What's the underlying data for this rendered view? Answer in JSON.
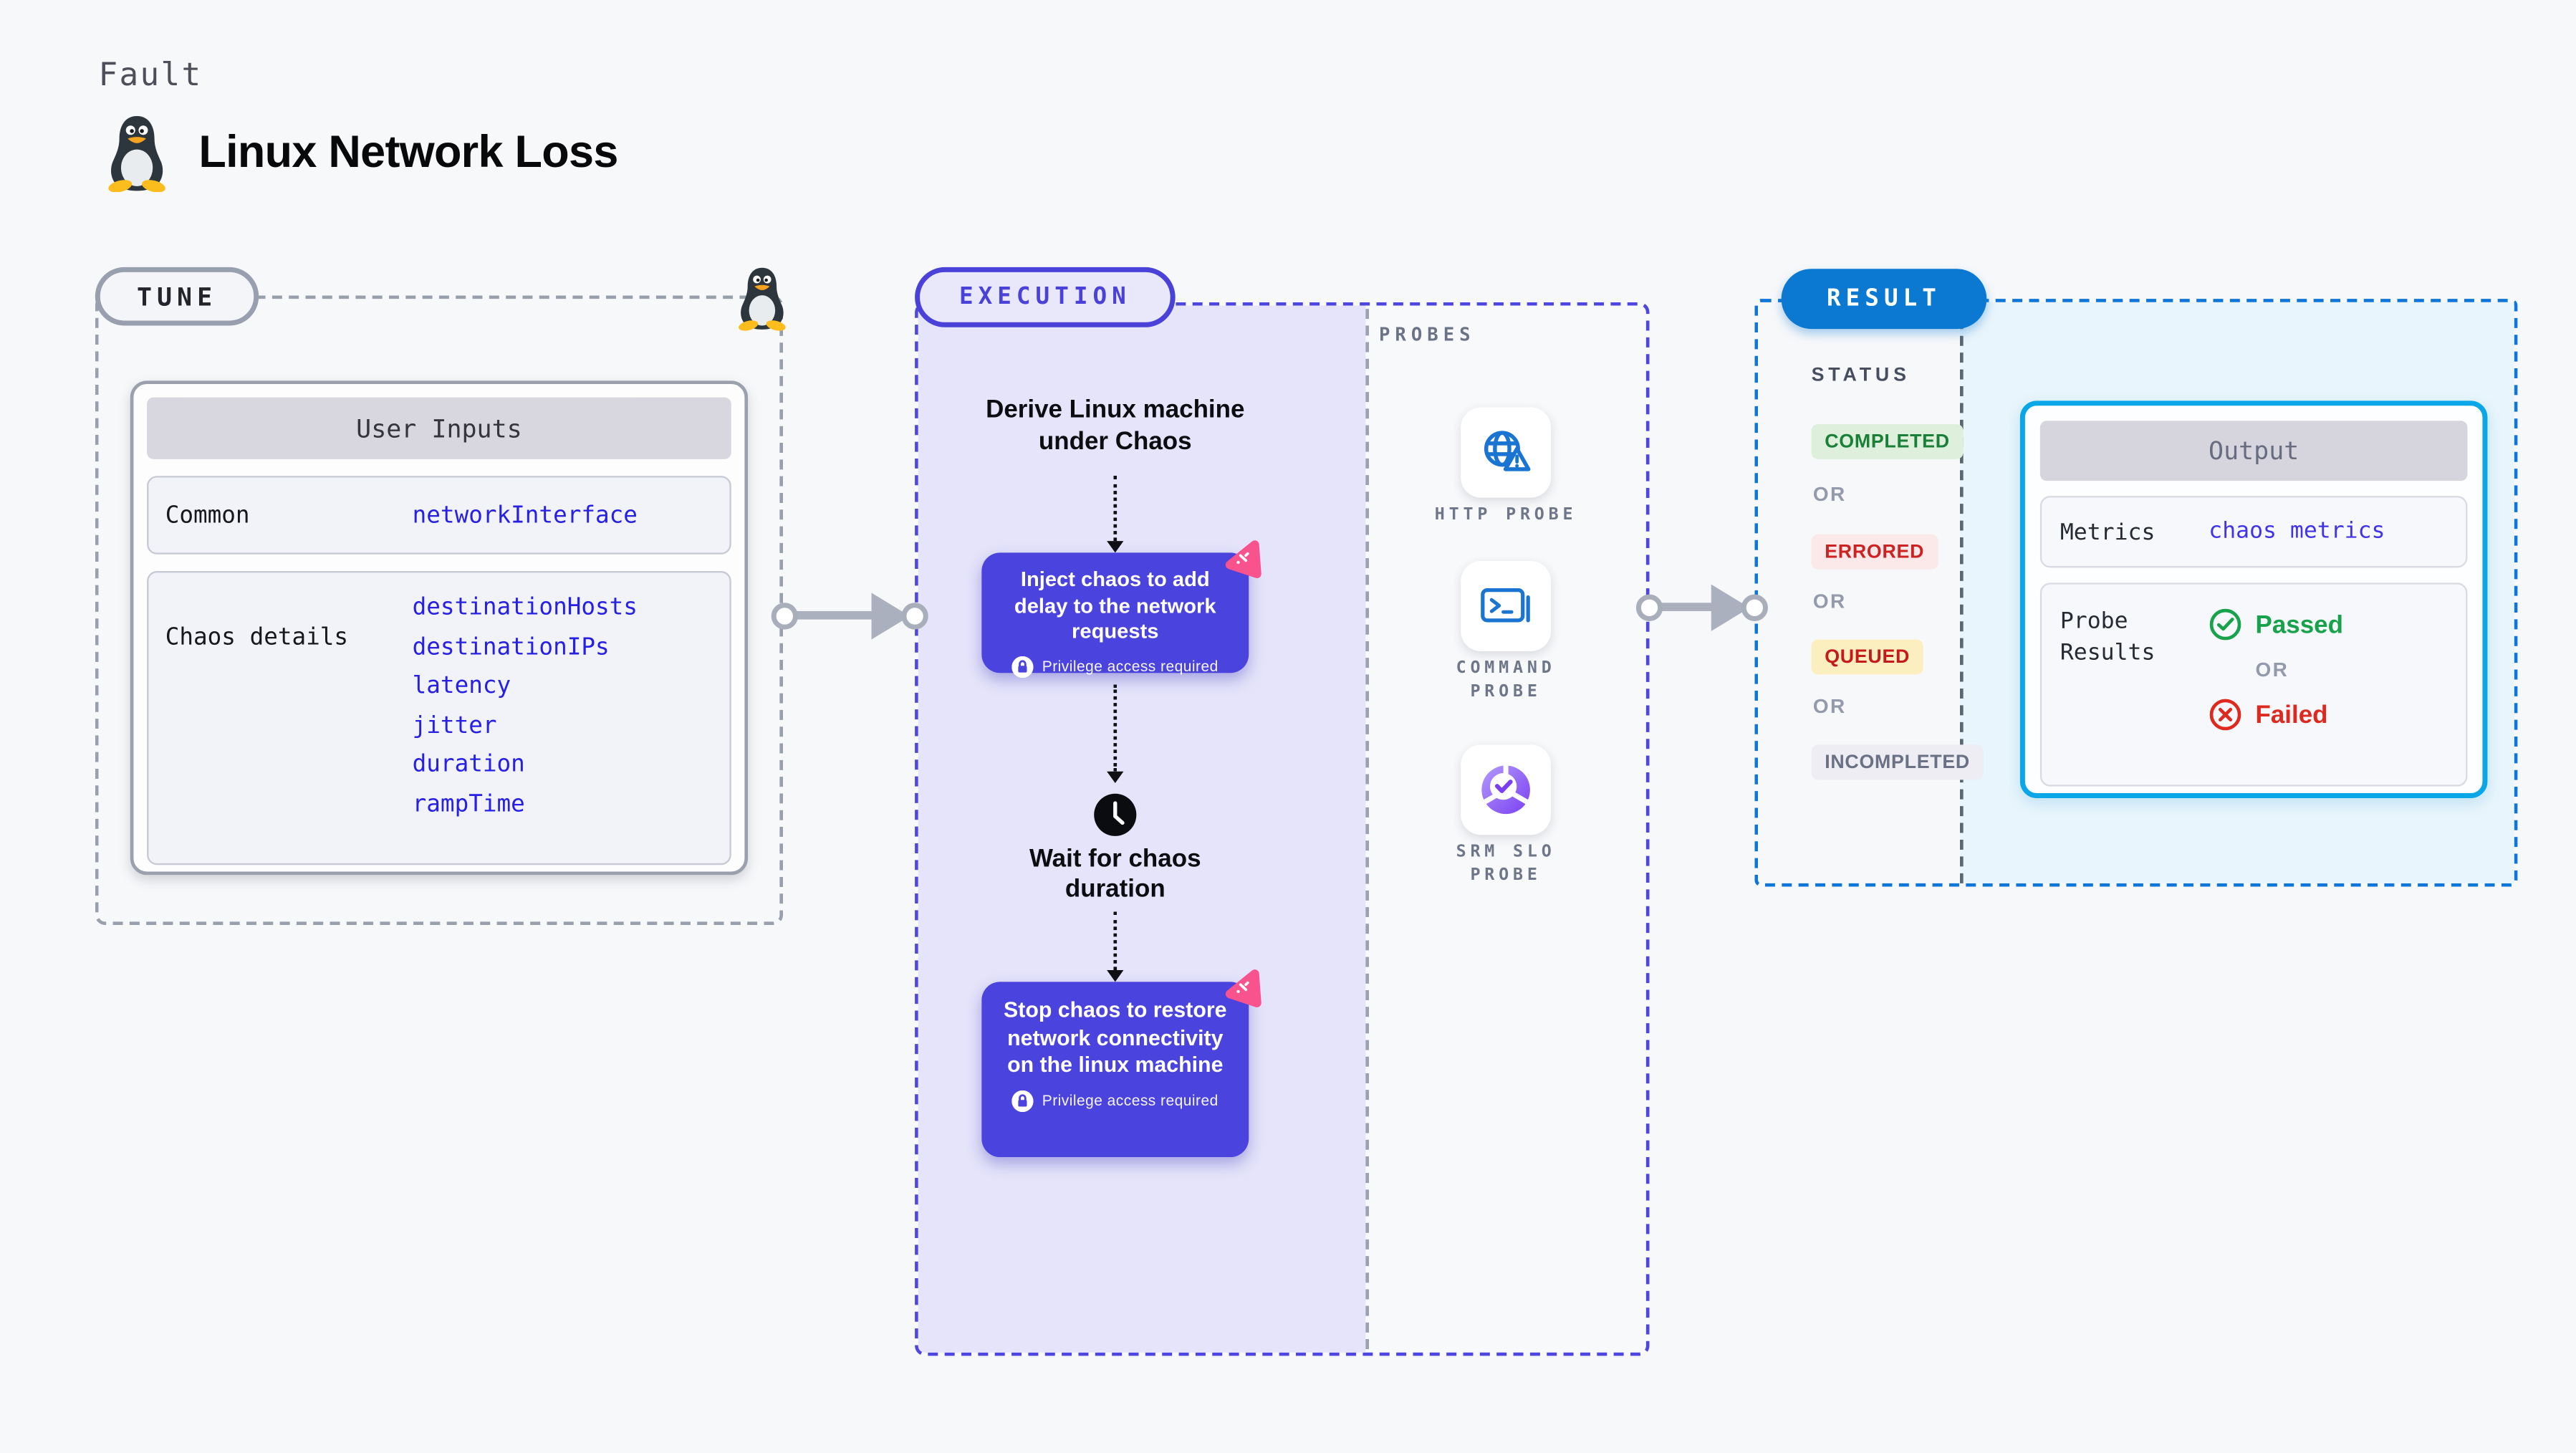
{
  "header": {
    "kicker": "Fault",
    "title": "Linux Network Loss",
    "icon": "tux-penguin-icon"
  },
  "tune": {
    "pill_label": "TUNE",
    "corner_icon": "tux-penguin-icon",
    "card": {
      "header": "User Inputs",
      "rows": [
        {
          "label": "Common",
          "values": [
            "networkInterface"
          ]
        },
        {
          "label": "Chaos details",
          "values": [
            "destinationHosts",
            "destinationIPs",
            "latency",
            "jitter",
            "duration",
            "rampTime"
          ]
        }
      ]
    }
  },
  "execution": {
    "pill_label": "EXECUTION",
    "steps": {
      "derive": "Derive Linux machine under Chaos",
      "inject": {
        "text": "Inject chaos to add delay to the network requests",
        "privilege": "Privilege access required",
        "icon": "chaos-icon"
      },
      "wait": {
        "text": "Wait for chaos duration",
        "icon": "clock-icon"
      },
      "stop": {
        "text": "Stop chaos to restore network connectivity on the linux machine",
        "privilege": "Privilege access required",
        "icon": "chaos-icon"
      }
    },
    "probes": {
      "label": "PROBES",
      "items": [
        {
          "name": "HTTP PROBE",
          "icon": "globe-warning-icon"
        },
        {
          "name": "COMMAND PROBE",
          "icon": "terminal-icon"
        },
        {
          "name": "SRM SLO PROBE",
          "icon": "pie-check-icon"
        }
      ]
    }
  },
  "result": {
    "pill_label": "RESULT",
    "status": {
      "label": "STATUS",
      "separator": "OR",
      "items": [
        {
          "label": "COMPLETED",
          "fg": "#1a7f37",
          "bg": "#def0dc"
        },
        {
          "label": "ERRORED",
          "fg": "#cc2222",
          "bg": "#fbe9e9"
        },
        {
          "label": "QUEUED",
          "fg": "#c41a1a",
          "bg": "#fcefbf"
        },
        {
          "label": "INCOMPLETED",
          "fg": "#6a7184",
          "bg": "#ededf3"
        }
      ]
    },
    "output": {
      "header": "Output",
      "metrics": {
        "label": "Metrics",
        "value": "chaos metrics"
      },
      "probe_results": {
        "label": "Probe Results",
        "passed": "Passed",
        "separator": "OR",
        "failed": "Failed",
        "passed_icon": "check-circle-icon",
        "failed_icon": "x-circle-icon"
      }
    }
  },
  "colors": {
    "page_bg": "#f7f8fa",
    "indigo_accent": "#4b43dd",
    "indigo_panel": "#e5e4fa",
    "result_blue": "#0b78d2",
    "output_border_cyan": "#0aa7e8",
    "cyan_panel": "#e9f5fc",
    "value_blue": "#2620e6",
    "passed_green": "#18a24b",
    "failed_red": "#de2a1e",
    "chaos_pink": "#f9538d",
    "probe_icon_blue": "#1974d2",
    "srm_purple": "#7b3ff2"
  }
}
